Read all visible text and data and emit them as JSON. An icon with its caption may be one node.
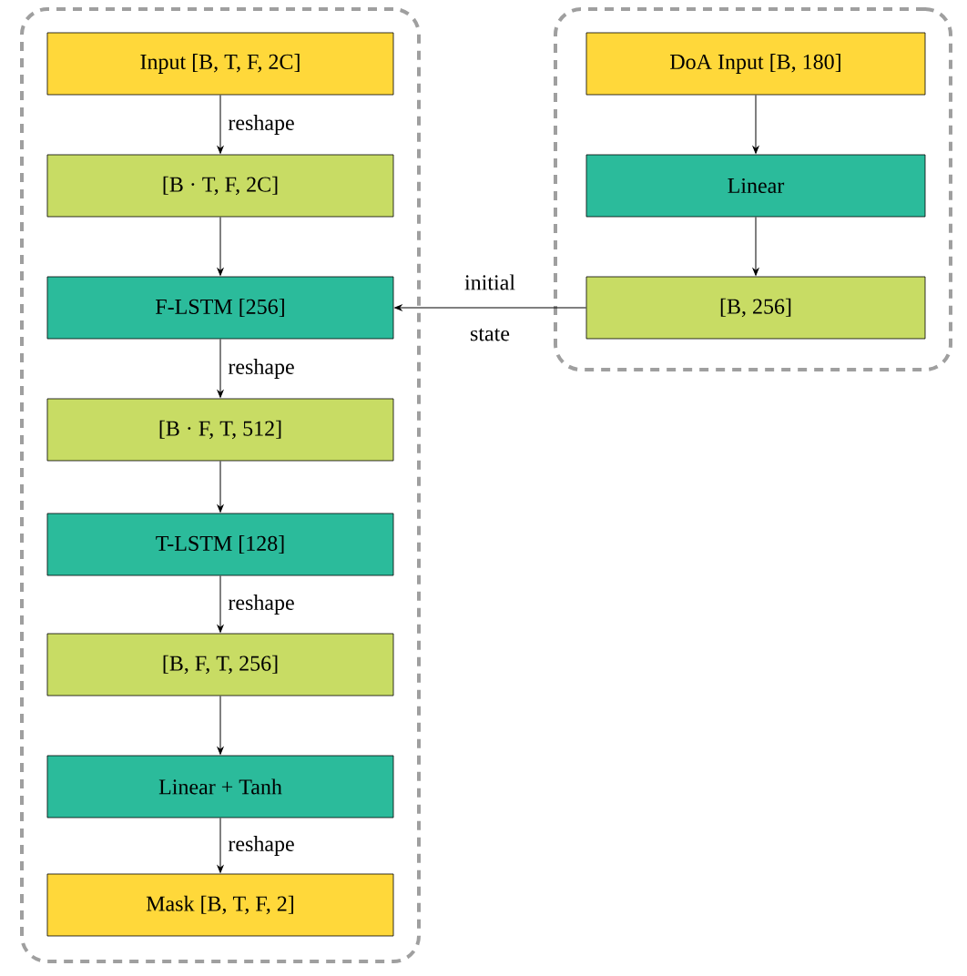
{
  "diagram": {
    "nodes": [
      {
        "text": [],
        "shape": "box"
      },
      {
        "text": [
          "Input [B, T, F, 2C]"
        ],
        "in": 0
      },
      {
        "text": [
          "[B · T, F, 2C]"
        ],
        "in": 0
      },
      {
        "text": [
          "F-LSTM [256]"
        ],
        "in": 0
      },
      {
        "text": [
          "[B · F, T, 512]"
        ],
        "in": 0
      },
      {
        "text": [
          "T-LSTM [128]"
        ],
        "in": 0
      },
      {
        "text": [
          "[B, F, T, 256]"
        ],
        "in": 0
      },
      {
        "text": [
          "Linear + Tanh"
        ],
        "in": 0
      },
      {
        "text": [
          "Mask [B, T, F, 2]"
        ],
        "in": 0
      },
      {
        "text": [],
        "shape": "box"
      },
      {
        "text": [
          "DoA Input [B, 180]"
        ],
        "in": 9
      },
      {
        "text": [
          "Linear"
        ],
        "in": 9
      },
      {
        "text": [
          "[B, 256]"
        ],
        "in": 9
      }
    ],
    "edges": [
      {
        "from": 1,
        "to": 2,
        "arrow": "to",
        "label": "reshape"
      },
      {
        "from": 2,
        "to": 3,
        "arrow": "to"
      },
      {
        "from": 3,
        "to": 4,
        "arrow": "to",
        "label": "reshape"
      },
      {
        "from": 4,
        "to": 5,
        "arrow": "to"
      },
      {
        "from": 5,
        "to": 6,
        "arrow": "to",
        "label": "reshape"
      },
      {
        "from": 6,
        "to": 7,
        "arrow": "to"
      },
      {
        "from": 7,
        "to": 8,
        "arrow": "to",
        "label": "reshape"
      },
      {
        "from": 10,
        "to": 11,
        "arrow": "to"
      },
      {
        "from": 11,
        "to": 12,
        "arrow": "to"
      },
      {
        "from": 12,
        "to": 3,
        "arrow": "to",
        "label": "initial state"
      }
    ]
  }
}
